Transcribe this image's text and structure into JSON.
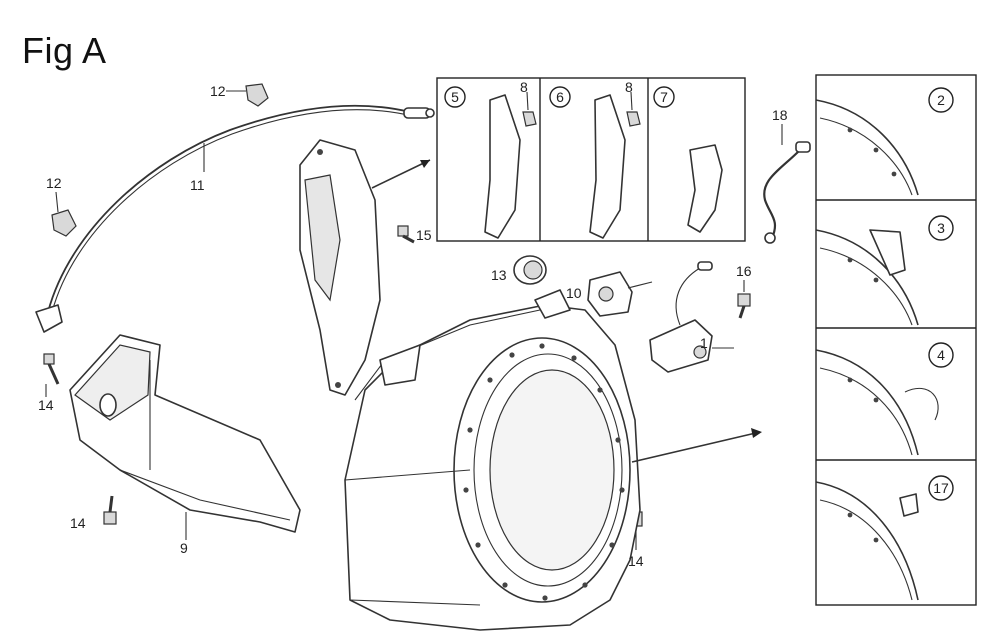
{
  "title": "Fig A",
  "callouts": {
    "c1": "1",
    "c8a": "8",
    "c8b": "8",
    "c9": "9",
    "c10": "10",
    "c11": "11",
    "c12a": "12",
    "c12b": "12",
    "c13": "13",
    "c14a": "14",
    "c14b": "14",
    "c14c": "14",
    "c15": "15",
    "c16": "16",
    "c18": "18"
  },
  "insets": {
    "i5": "5",
    "i6": "6",
    "i7": "7",
    "i2": "2",
    "i3": "3",
    "i4": "4",
    "i17": "17"
  }
}
